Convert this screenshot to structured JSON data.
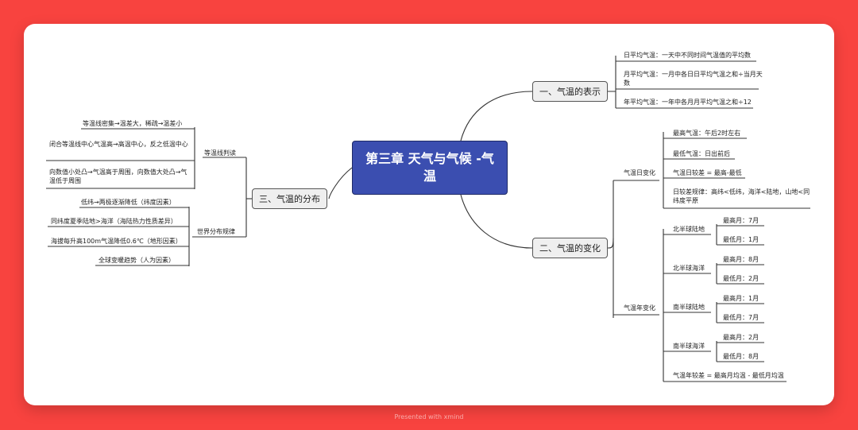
{
  "root": {
    "title": "第三章 天气与气候 -气温"
  },
  "branch1": {
    "label": "一、气温的表示",
    "items": [
      "日平均气温：一天中不同时间气温值的平均数",
      "月平均气温：一月中各日日平均气温之和÷当月天数",
      "年平均气温：一年中各月月平均气温之和÷12"
    ]
  },
  "branch2": {
    "label": "二、气温的变化",
    "daily": {
      "label": "气温日变化",
      "items": [
        "最高气温：午后2时左右",
        "最低气温：日出前后",
        "气温日较差 = 最高-最低",
        "日较差规律：高纬<低纬，海洋<陆地，山地<同纬度平原"
      ]
    },
    "annual": {
      "label": "气温年变化",
      "groups": [
        {
          "label": "北半球陆地",
          "max": "最高月：7月",
          "min": "最低月：1月"
        },
        {
          "label": "北半球海洋",
          "max": "最高月：8月",
          "min": "最低月：2月"
        },
        {
          "label": "南半球陆地",
          "max": "最高月：1月",
          "min": "最低月：7月"
        },
        {
          "label": "南半球海洋",
          "max": "最高月：2月",
          "min": "最低月：8月"
        }
      ],
      "range": "气温年较差 = 最高月均温 - 最低月均温"
    }
  },
  "branch3": {
    "label": "三、气温的分布",
    "isotherm": {
      "label": "等温线判读",
      "items": [
        "等温线密集→温差大，稀疏→温差小",
        "闭合等温线中心气温高→高温中心，反之低温中心",
        "向数值小处凸→气温高于周围，向数值大处凸→气温低于周围"
      ]
    },
    "world": {
      "label": "世界分布规律",
      "items": [
        "低纬→两极逐渐降低（纬度因素）",
        "同纬度夏季陆地>海洋（海陆热力性质差异）",
        "海拔每升高100m气温降低0.6℃（地形因素）",
        "全球变暖趋势（人为因素）"
      ]
    }
  },
  "footer": {
    "text": "Presented with xmind"
  }
}
